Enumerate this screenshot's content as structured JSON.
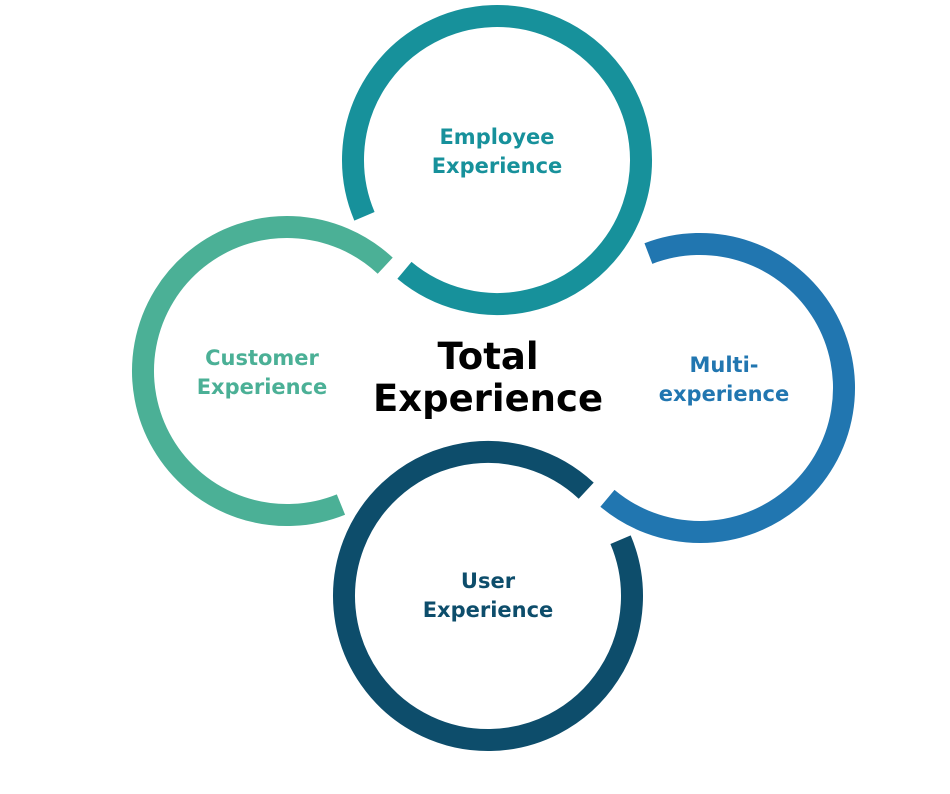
{
  "center": {
    "line1": "Total",
    "line2": "Experience"
  },
  "circles": [
    {
      "id": "employee",
      "line1": "Employee",
      "line2": "Experience",
      "color": "#17919b"
    },
    {
      "id": "customer",
      "line1": "Customer",
      "line2": "Experience",
      "color": "#4bb096"
    },
    {
      "id": "multi",
      "line1": "Multi-",
      "line2": "experience",
      "color": "#2176b0"
    },
    {
      "id": "user",
      "line1": "User",
      "line2": "Experience",
      "color": "#0d4d6b"
    }
  ]
}
